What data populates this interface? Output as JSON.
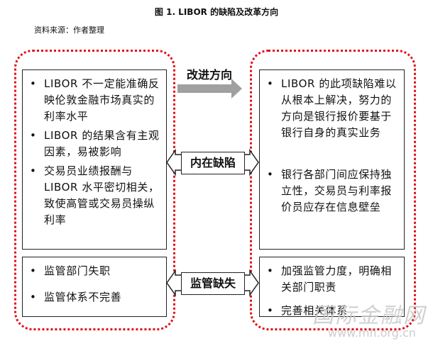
{
  "title": "图 1. LIBOR 的缺陷及改革方向",
  "source": "资料来源：作者整理",
  "arrow_label": "改进方向",
  "inherent_label": "内在缺陷",
  "regulatory_label": "监管缺失",
  "bullet_glyph": "•",
  "left_top": [
    "LIBOR 不一定能准确反映伦敦金融市场真实的利率水平",
    "LIBOR 的结果含有主观因素，易被影响",
    "交易员业绩报酬与 LIBOR 水平密切相关，致使高管或交易员操纵利率"
  ],
  "right_top": [
    "LIBOR 的此项缺陷难以从根本上解决，努力的方向是银行报价要基于银行自身的真实业务",
    "银行各部门间应保持独立性，交易员与利率报价员应存在信息壁垒"
  ],
  "left_bottom": [
    "监管部门失职",
    "监管体系不完善"
  ],
  "right_bottom": [
    "加强监管力度，明确相关部门职责",
    "完善相关体系"
  ],
  "watermark": {
    "main": "国际金融网",
    "url": "www.mfi.org.cn"
  },
  "colors": {
    "group_border": "#e0101a",
    "arrow": "#a0a0a0"
  }
}
